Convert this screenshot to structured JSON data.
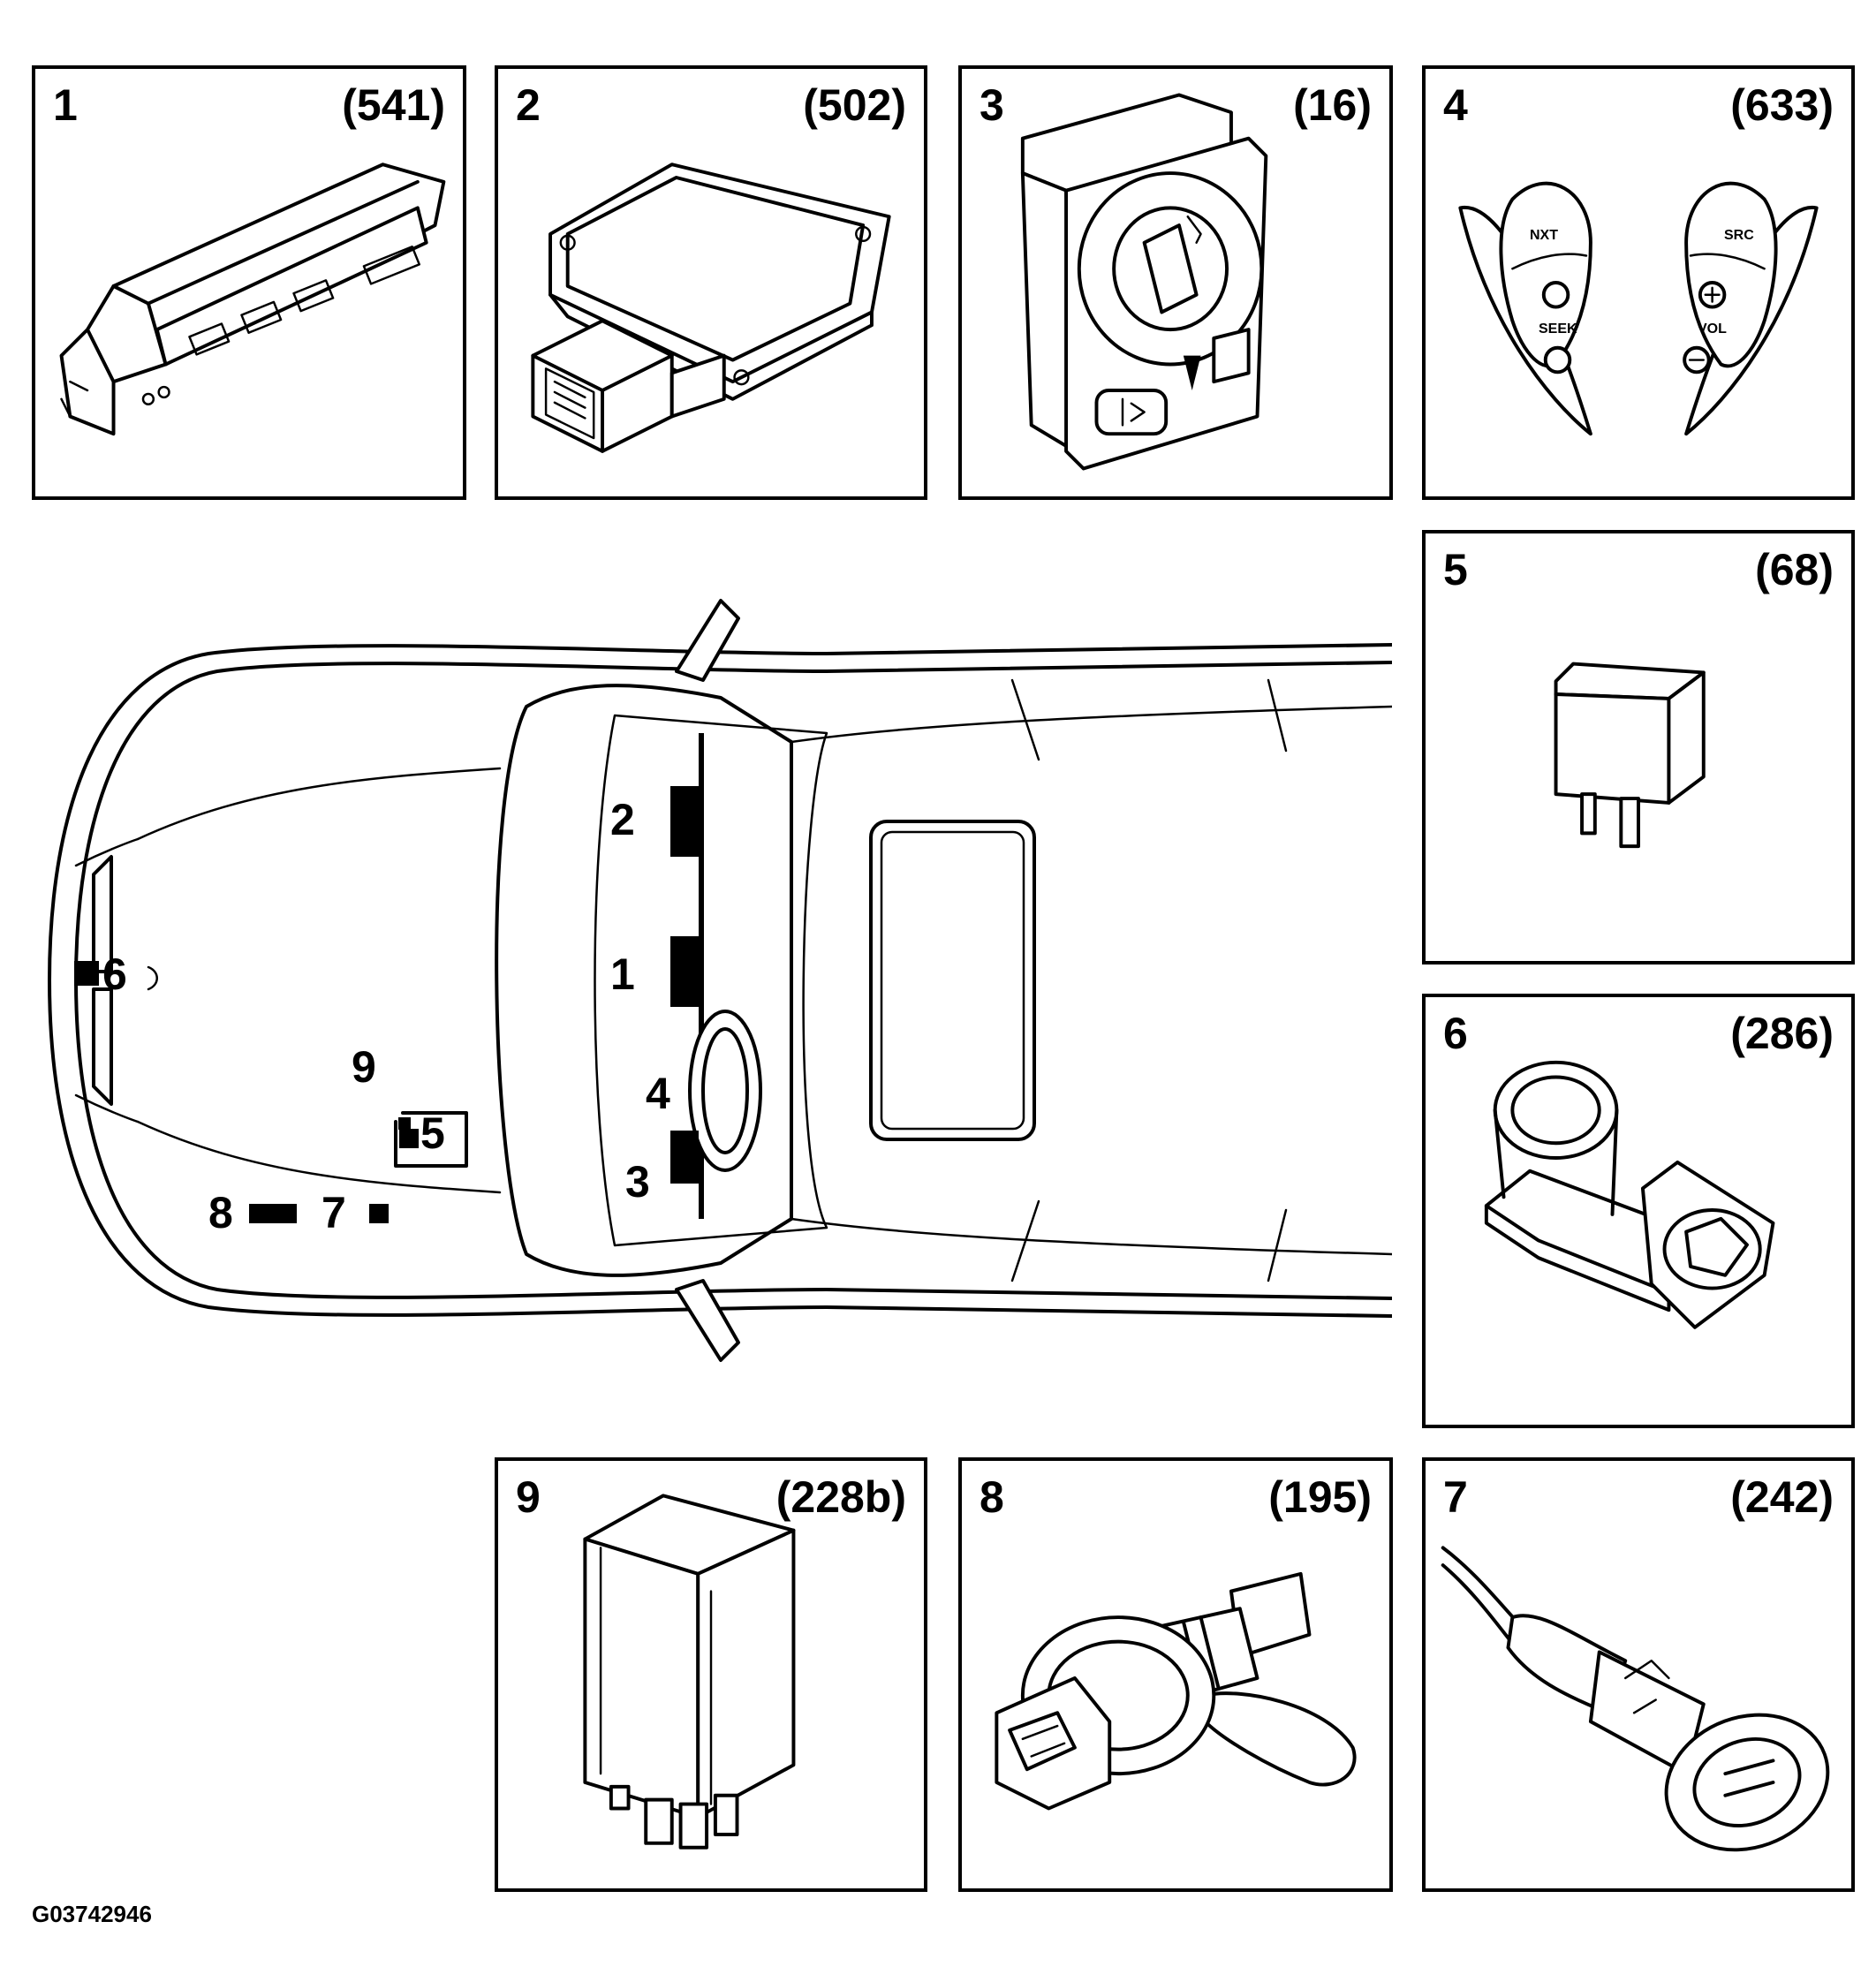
{
  "panels": [
    {
      "number": "1",
      "code": "(541)",
      "component": "control-panel"
    },
    {
      "number": "2",
      "code": "(502)",
      "component": "control-module"
    },
    {
      "number": "3",
      "code": "(16)",
      "component": "light-switch"
    },
    {
      "number": "4",
      "code": "(633)",
      "component": "steering-wheel-buttons"
    },
    {
      "number": "5",
      "code": "(68)",
      "component": "relay"
    },
    {
      "number": "6",
      "code": "(286)",
      "component": "sensor"
    },
    {
      "number": "9",
      "code": "(228b)",
      "component": "relay"
    },
    {
      "number": "8",
      "code": "(195)",
      "component": "pressure-switch"
    },
    {
      "number": "7",
      "code": "(242)",
      "component": "sensor-connector"
    }
  ],
  "steering_buttons": {
    "left": {
      "top": "NXT",
      "middle": "SEEK"
    },
    "right": {
      "top": "SRC",
      "middle": "VOL"
    }
  },
  "car_markers": {
    "m1": "1",
    "m2": "2",
    "m3": "3",
    "m4": "4",
    "m5": "5",
    "m6": "6",
    "m7": "7",
    "m8": "8",
    "m9": "9"
  },
  "reference": "G03742946"
}
